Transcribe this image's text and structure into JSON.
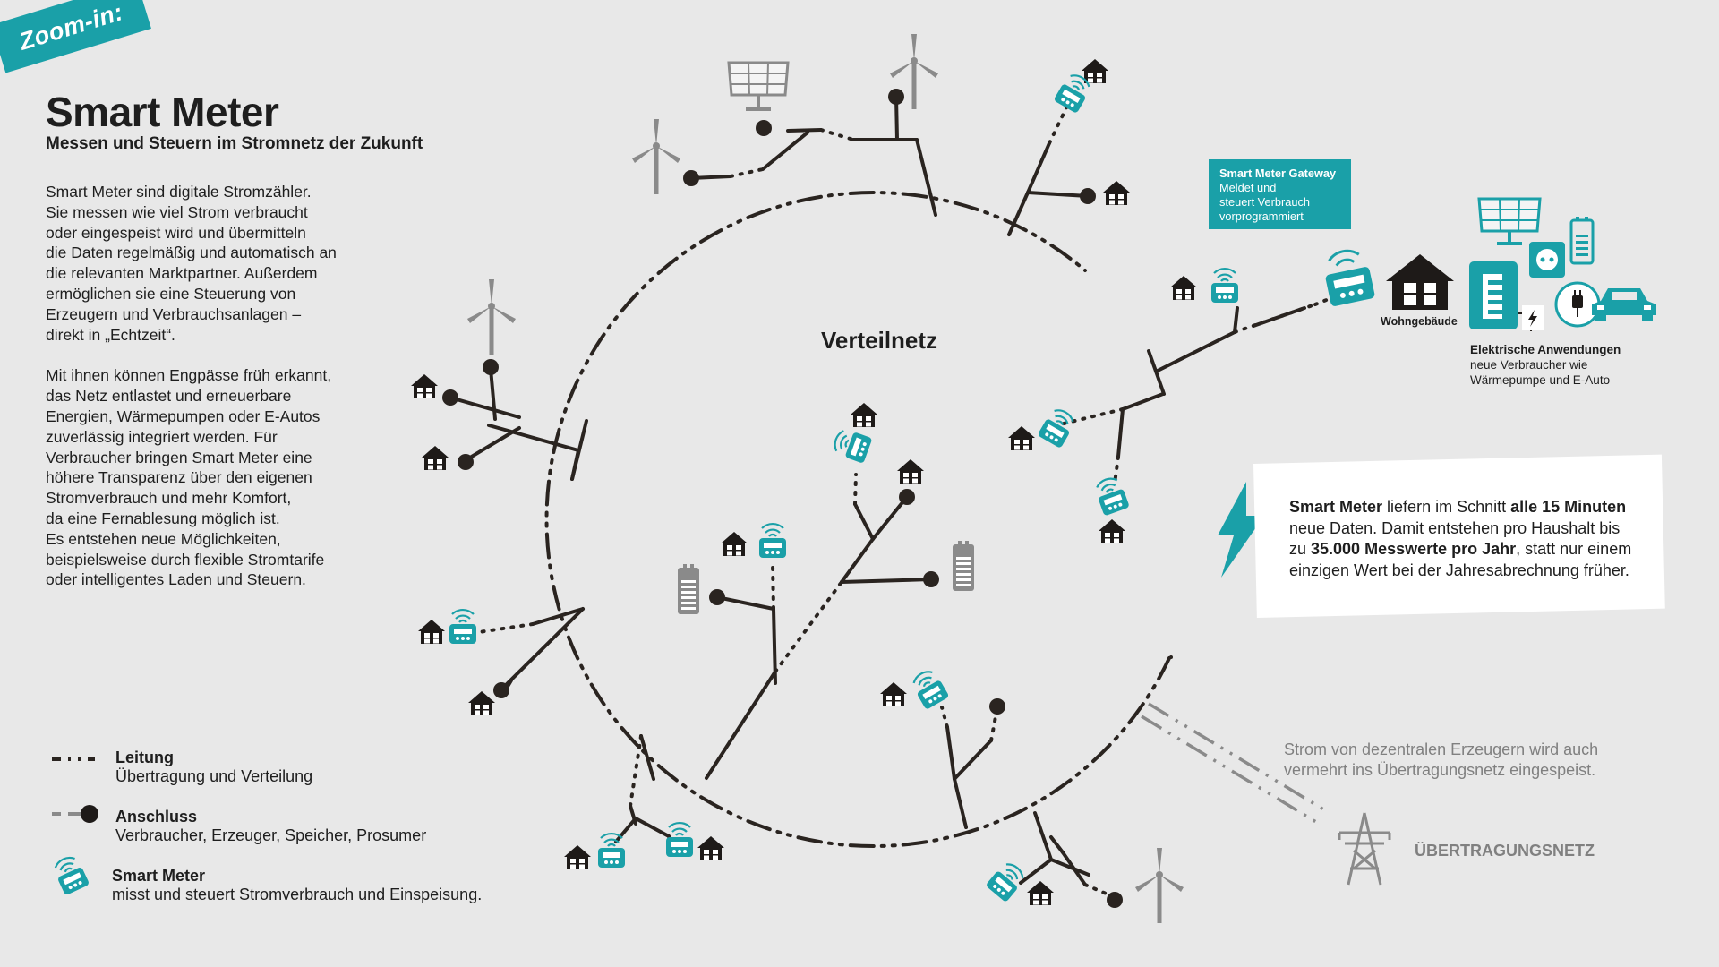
{
  "badge": "Zoom-in:",
  "header": {
    "title": "Smart Meter",
    "subtitle": "Messen und Steuern im Stromnetz der Zukunft"
  },
  "intro": {
    "lines_p1": [
      "Smart Meter sind digitale Stromzähler.",
      "Sie messen wie viel Strom verbraucht",
      "oder eingespeist wird und übermitteln",
      "die Daten regelmäßig und automatisch an",
      "die relevanten Marktpartner. Außerdem",
      "ermöglichen sie eine Steuerung von",
      "Erzeugern und Verbrauchsanlagen –",
      "direkt in „Echtzeit“."
    ],
    "lines_p2": [
      "Mit ihnen können Engpässe früh erkannt,",
      "das Netz entlastet und erneuerbare",
      "Energien, Wärmepumpen oder E-Autos",
      "zuverlässig integriert werden. Für",
      "Verbraucher bringen Smart Meter eine",
      "höhere Transparenz über den eigenen",
      "Stromverbrauch und mehr Komfort,",
      "da eine Fernablesung möglich ist.",
      "Es entstehen neue Möglichkeiten,",
      "beispielsweise durch  flexible Stromtarife",
      "oder intelligentes Laden und Steuern."
    ]
  },
  "diagram": {
    "net_label": "Verteilnetz",
    "gateway": {
      "title": "Smart Meter Gateway",
      "line1": "Meldet und",
      "line2": "steuert Verbrauch",
      "line3": "vorprogrammiert"
    },
    "building_label": "Wohngebäude",
    "apps": {
      "title": "Elektrische Anwendungen",
      "line1": "neue Verbraucher wie",
      "line2": "Wärmepumpe und E-Auto"
    },
    "facts": {
      "a": "Smart Meter",
      "b": " liefern im Schnitt ",
      "c": "alle 15 Minuten",
      "d": "neue Daten. Damit entstehen pro Haushalt bis",
      "e": "zu ",
      "f": "35.000 Messwerte pro Jahr",
      "g": ", statt nur einem",
      "h": "einzigen Wert bei der Jahresabrechnung früher."
    },
    "grid_note": {
      "line1": "Strom von dezentralen Erzeugern wird auch",
      "line2": "vermehrt ins Übertragungsnetz eingespeist."
    },
    "transmission_label": "ÜBERTRAGUNGSNETZ"
  },
  "legend": [
    {
      "title": "Leitung",
      "desc": "Übertragung und Verteilung",
      "icon": "line-dash-dot"
    },
    {
      "title": "Anschluss",
      "desc": "Verbraucher, Erzeuger, Speicher, Prosumer",
      "icon": "connection-dot"
    },
    {
      "title": "Smart Meter",
      "desc": "misst und steuert Stromverbrauch und Einspeisung.",
      "icon": "smart-meter-icon"
    }
  ],
  "colors": {
    "background": "#e8e8e8",
    "accent": "#1aa0a8",
    "ink": "#2a2420",
    "grey": "#808080"
  }
}
